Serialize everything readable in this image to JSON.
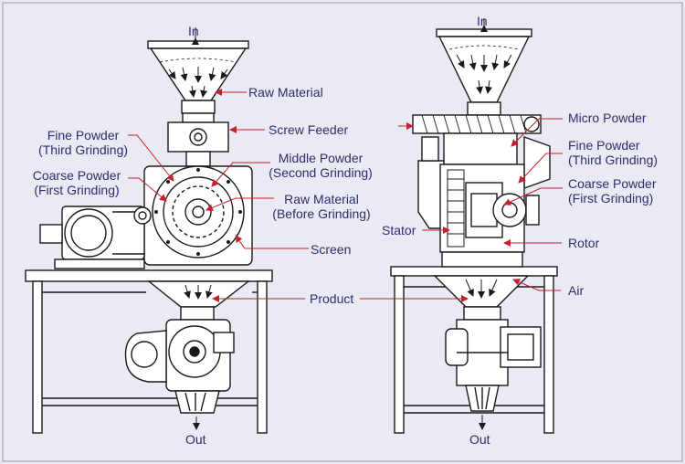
{
  "colors": {
    "background": "#e9eaf4",
    "label_text": "#2a2f6b",
    "arrow_red": "#c8202a",
    "line": "#1a1a1a",
    "gray": "#9a9a9a"
  },
  "left_machine": {
    "in": "In",
    "raw_material": "Raw Material",
    "screw_feeder": "Screw Feeder",
    "fine_powder": "Fine Powder",
    "third_grinding": "(Third Grinding)",
    "middle_powder": "Middle Powder",
    "second_grinding": "(Second Grinding)",
    "coarse_powder": "Coarse Powder",
    "first_grinding": "(First Grinding)",
    "raw_material_before": "Raw Material",
    "before_grinding": "(Before Grinding)",
    "screen": "Screen",
    "product": "Product",
    "out": "Out"
  },
  "right_machine": {
    "in": "In",
    "micro_powder": "Micro Powder",
    "fine_powder": "Fine Powder",
    "third_grinding": "(Third Grinding)",
    "coarse_powder": "Coarse Powder",
    "first_grinding": "(First Grinding)",
    "stator": "Stator",
    "rotor": "Rotor",
    "air": "Air",
    "out": "Out"
  }
}
